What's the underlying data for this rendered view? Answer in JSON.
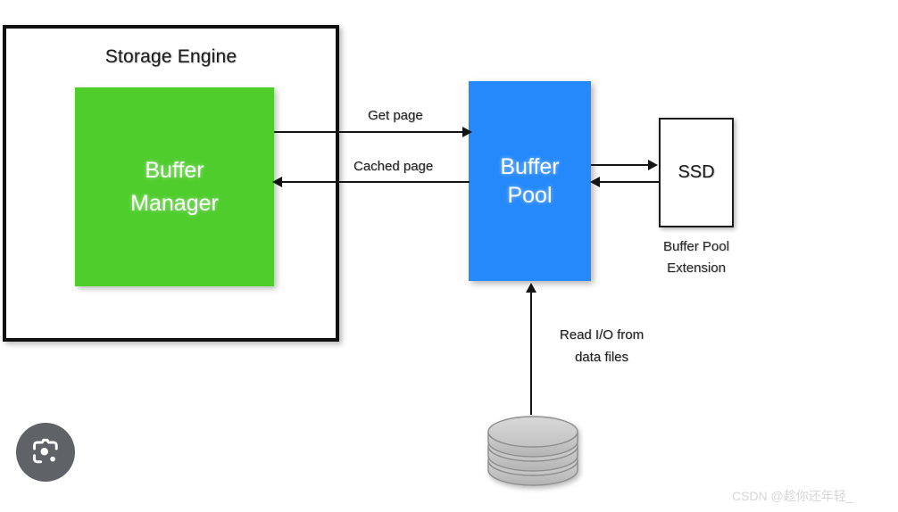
{
  "diagram": {
    "title": "Storage Engine",
    "nodes": {
      "storage_engine": {
        "label": "Storage Engine",
        "color": "#ffffff",
        "border_color": "#111111"
      },
      "buffer_manager": {
        "line1": "Buffer",
        "line2": "Manager",
        "color": "#4ecd2c",
        "text_color": "#ffffff"
      },
      "buffer_pool": {
        "line1": "Buffer",
        "line2": "Pool",
        "color": "#2589fb",
        "text_color": "#ffffff"
      },
      "ssd": {
        "label": "SSD",
        "caption_line1": "Buffer Pool",
        "caption_line2": "Extension",
        "color": "#ffffff",
        "border_color": "#1b1b1b"
      },
      "data_files": {
        "icon": "database-disk-stack-icon",
        "color": "#c9c9c9"
      }
    },
    "edges": [
      {
        "id": "get-page",
        "label": "Get page",
        "from": "buffer_manager",
        "to": "buffer_pool",
        "direction": "right"
      },
      {
        "id": "cached-page",
        "label": "Cached page",
        "from": "buffer_pool",
        "to": "buffer_manager",
        "direction": "left"
      },
      {
        "id": "pool-to-ssd",
        "label": "",
        "from": "buffer_pool",
        "to": "ssd",
        "direction": "right"
      },
      {
        "id": "ssd-to-pool",
        "label": "",
        "from": "ssd",
        "to": "buffer_pool",
        "direction": "left"
      },
      {
        "id": "read-io",
        "label_line1": "Read I/O from",
        "label_line2": "data files",
        "from": "data_files",
        "to": "buffer_pool",
        "direction": "up"
      }
    ]
  },
  "overlay": {
    "lens_button": {
      "icon": "google-lens-icon",
      "color": "#5f6368"
    },
    "watermark": "CSDN @趁你还年轻_"
  }
}
